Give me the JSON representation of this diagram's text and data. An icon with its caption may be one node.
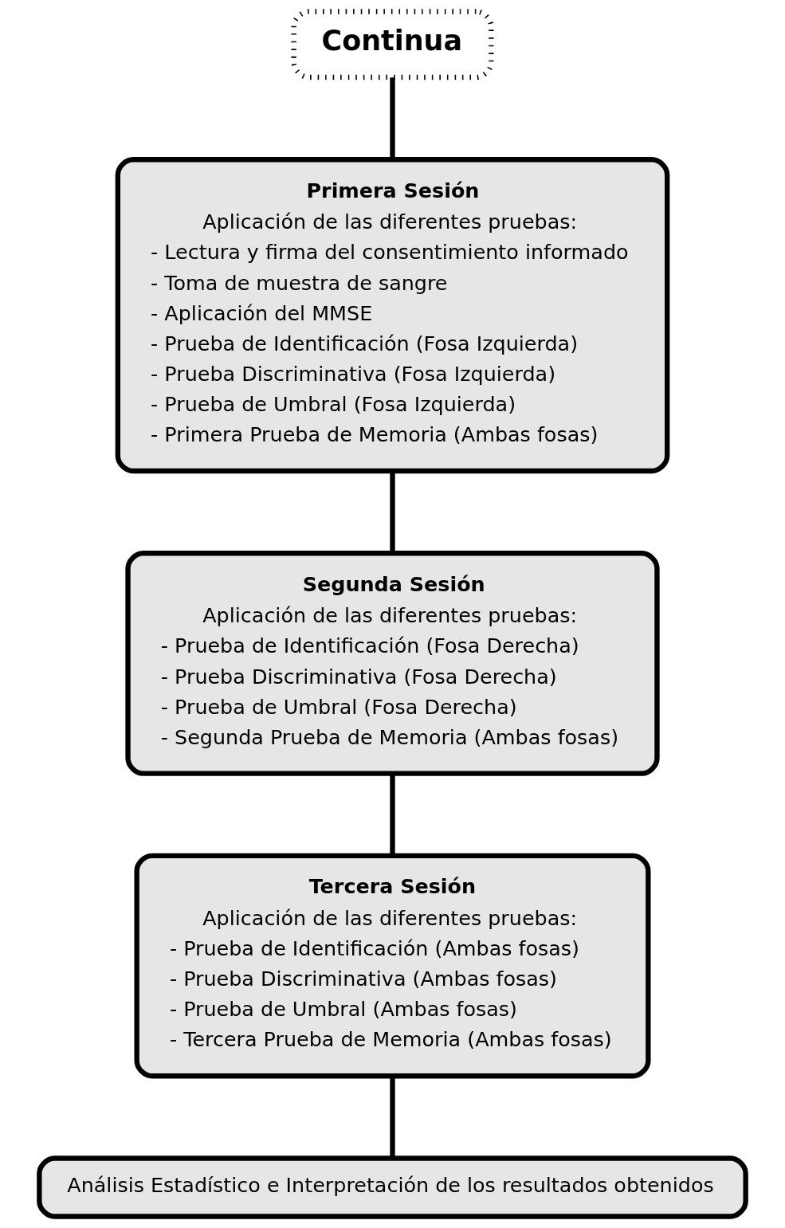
{
  "diagram": {
    "nodes": [
      {
        "text": [
          "Continua"
        ]
      },
      {
        "text": [
          "Primera Sesión",
          "Aplicación de las diferentes pruebas:",
          "- Lectura y firma del consentimiento informado",
          "- Toma de muestra de sangre",
          "- Aplicación del MMSE",
          "- Prueba de Identificación (Fosa Izquierda)",
          "- Prueba Discriminativa (Fosa Izquierda)",
          "- Prueba de Umbral (Fosa Izquierda)",
          "- Primera Prueba de Memoria (Ambas fosas)"
        ]
      },
      {
        "text": [
          "Segunda Sesión",
          "Aplicación de las diferentes pruebas:",
          "- Prueba de Identificación (Fosa Derecha)",
          "- Prueba Discriminativa (Fosa Derecha)",
          "- Prueba de Umbral (Fosa Derecha)",
          "- Segunda Prueba de Memoria (Ambas fosas)"
        ]
      },
      {
        "text": [
          "Tercera Sesión",
          "Aplicación de las diferentes pruebas:",
          "- Prueba de Identificación (Ambas fosas)",
          "- Prueba Discriminativa (Ambas fosas)",
          "- Prueba de Umbral (Ambas fosas)",
          "- Tercera Prueba de Memoria (Ambas fosas)"
        ]
      },
      {
        "text": [
          "Análisis Estadístico e Interpretación de los resultados obtenidos"
        ]
      }
    ],
    "edges": [
      {
        "from": 0,
        "to": 1,
        "arrow": "none"
      },
      {
        "from": 1,
        "to": 2,
        "arrow": "none"
      },
      {
        "from": 2,
        "to": 3,
        "arrow": "none"
      },
      {
        "from": 3,
        "to": 4,
        "arrow": "none"
      }
    ]
  }
}
